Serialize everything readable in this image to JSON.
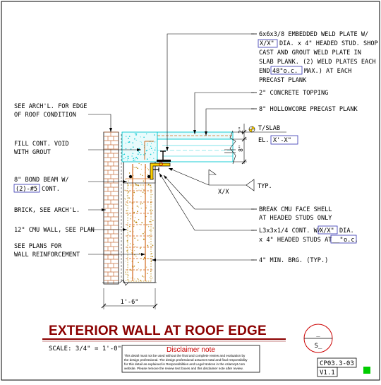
{
  "notes": {
    "weld_plate": [
      "6x6x3/8 EMBEDDED WELD PLATE W/",
      "DIA. x 4\" HEADED STUD. SHOP",
      "CAST AND GROUT WELD PLATE IN",
      "SLAB PLANK. (2) WELD PLATES EACH",
      "END",
      "MAX.) AT EACH",
      "PRECAST PLANK"
    ],
    "weld_plate_dia_box": "X/X\"",
    "weld_plate_spacing_box": "48\"o.c.",
    "concrete_topping": "2\" CONCRETE TOPPING",
    "hollowcore": "8\" HOLLOWCORE PRECAST PLANK",
    "t_slab": "T/SLAB",
    "el_prefix": "EL.",
    "el_box": "X'-X\"",
    "see_archl_edge": [
      "SEE ARCH'L. FOR EDGE",
      "OF ROOF CONDITION"
    ],
    "fill_void": [
      "FILL CONT. VOID",
      "WITH GROUT"
    ],
    "bond_beam": [
      "8\" BOND BEAM W/",
      "CONT."
    ],
    "bond_beam_box": "(2)-#5",
    "typ": "TYP.",
    "weld_symbol": "X/X",
    "brick": "BRICK, SEE ARCH'L.",
    "cmu_wall": "12\" CMU WALL, SEE PLAN",
    "see_plans": [
      "SEE PLANS FOR",
      "WALL REINFORCEMENT"
    ],
    "break_cmu": [
      "BREAK CMU FACE SHELL",
      "AT HEADED STUDS ONLY"
    ],
    "angle": [
      "L3x3x1/4 CONT. W/",
      "DIA.",
      "x 4\" HEADED STUDS AT",
      "o.c."
    ],
    "angle_dia_box": "X/X\"",
    "angle_spacing_box": "__\"",
    "min_brg": "4\" MIN. BRG. (TYP.)",
    "dim_width": "1'-6\"",
    "dim_2": "2\"",
    "dim_8": "8\""
  },
  "title_block": {
    "title": "EXTERIOR WALL AT ROOF EDGE",
    "scale": "SCALE: 3/4\" = 1'-0\"",
    "disclaimer_heading": "Disclaimer note",
    "disclaimer_lines": [
      "This detail must not be used without the final and complete review and evaluation by",
      "the design professional. The design professional assumes total and final responsibility",
      "for this detail as explained in Responsibilities and Legal Notices in the cslamcpt.com",
      "website. Please remove the review text boxes and this disclaimer note after review."
    ],
    "section_top": "_",
    "section_bottom": "S_",
    "sheet_code": "CP03.3-03",
    "version": "V1.1"
  },
  "colors": {
    "brick": "#c86f3d",
    "cmu": "#b8860b",
    "concrete": "#00c8d2",
    "rebar": "#d2691e",
    "title": "#8b0000",
    "indicator": "#00cc00",
    "box_border": "#3030b0"
  }
}
